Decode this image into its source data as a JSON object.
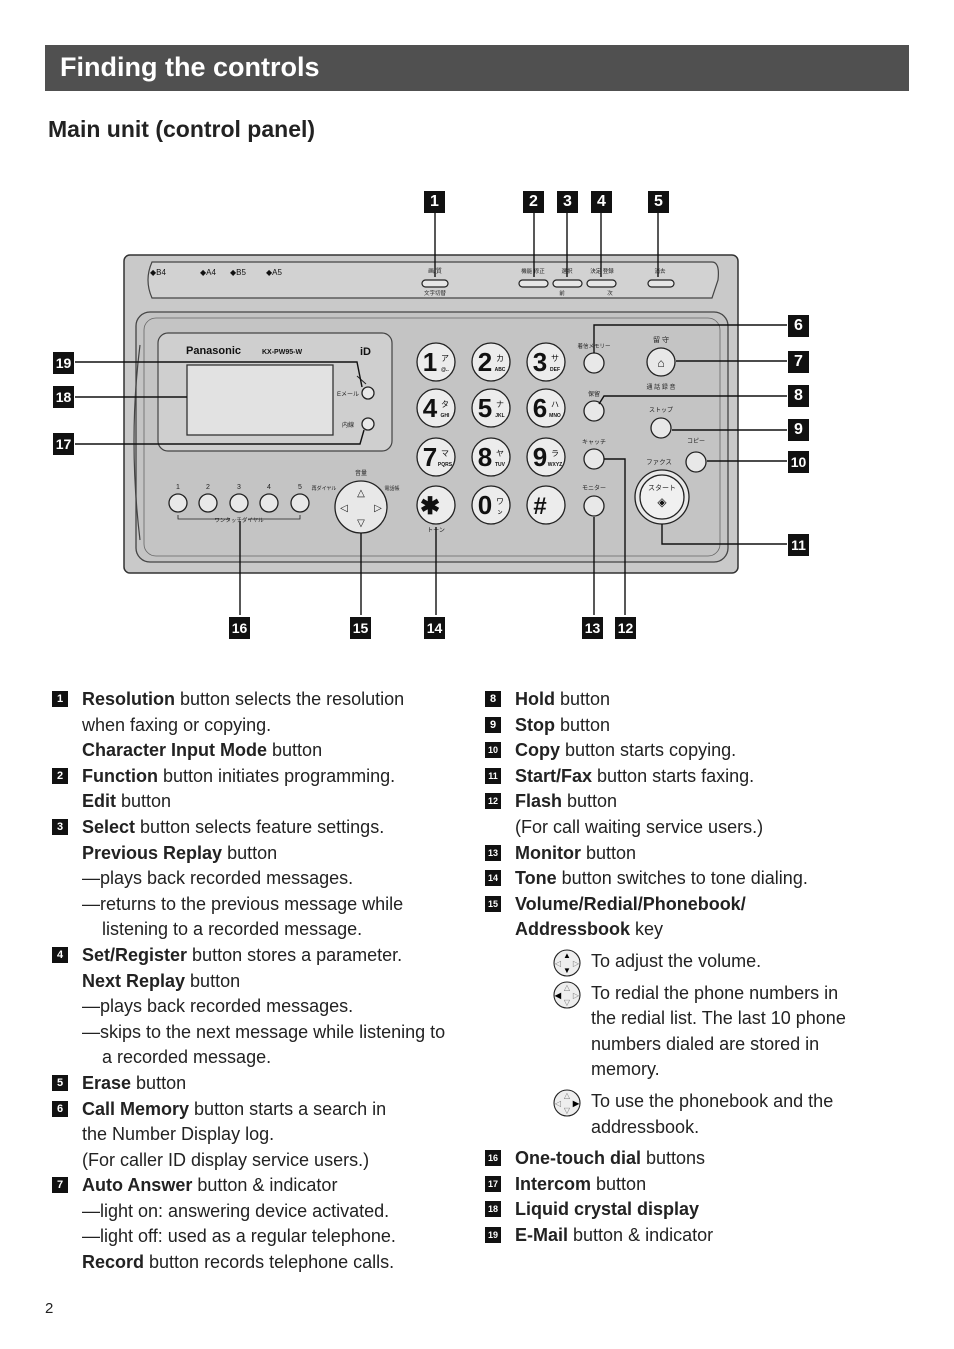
{
  "header": {
    "title": "Finding the controls",
    "subtitle": "Main unit (control panel)"
  },
  "panel": {
    "paper": [
      "B4",
      "A4",
      "B5",
      "A5"
    ],
    "brand": "Panasonic",
    "model": "KX-PW95-W",
    "cid": "iD",
    "keys": [
      [
        "1",
        "ア",
        "@.."
      ],
      [
        "2",
        "カ",
        "ABC"
      ],
      [
        "3",
        "サ",
        "DEF"
      ],
      [
        "4",
        "タ",
        "GHI"
      ],
      [
        "5",
        "ナ",
        "JKL"
      ],
      [
        "6",
        "ハ",
        "MNO"
      ],
      [
        "7",
        "マ",
        "PQRS"
      ],
      [
        "8",
        "ヤ",
        "TUV"
      ],
      [
        "9",
        "ラ",
        "WXYZ"
      ],
      [
        "*",
        "",
        ""
      ],
      [
        "0",
        "ワ",
        "ン"
      ],
      [
        "#",
        "",
        ""
      ]
    ],
    "onetouch": [
      "1",
      "2",
      "3",
      "4",
      "5"
    ],
    "labels": {
      "resolution_top": "画/質",
      "resolution_bottom": "文字切替",
      "function": "機能 修正",
      "select": "選択",
      "set": "決定 登録",
      "erase": "消去",
      "prev": "前",
      "next": "次",
      "email": "Eメール",
      "intercom": "内線",
      "call_memory": "着信メモリー",
      "answer_top": "留 守",
      "answer_bottom": "通 話 録 音",
      "hold": "保留",
      "stop": "ストップ",
      "catch": "キャッチ",
      "copy": "コピー",
      "fax": "ファクス",
      "start": "スタート",
      "monitor": "モニター",
      "tone": "トーン",
      "volume": "音量",
      "redial": "再ダイヤル",
      "phonebook": "電話帳",
      "onetouch": "ワンタッチダイヤル"
    }
  },
  "descriptions": {
    "left": [
      {
        "num": "1",
        "lines": [
          [
            {
              "b": "Resolution"
            },
            {
              "t": " button selects the resolution"
            }
          ],
          [
            {
              "t": "when faxing or copying."
            }
          ],
          [
            {
              "b": "Character Input Mode"
            },
            {
              "t": " button"
            }
          ]
        ]
      },
      {
        "num": "2",
        "lines": [
          [
            {
              "b": "Function"
            },
            {
              "t": " button initiates programming."
            }
          ],
          [
            {
              "b": "Edit"
            },
            {
              "t": " button"
            }
          ]
        ]
      },
      {
        "num": "3",
        "lines": [
          [
            {
              "b": "Select"
            },
            {
              "t": " button selects feature settings."
            }
          ],
          [
            {
              "b": "Previous Replay"
            },
            {
              "t": " button"
            }
          ],
          [
            {
              "d": "—plays back recorded messages."
            }
          ],
          [
            {
              "d": "—returns to the previous message while listening to a recorded message."
            }
          ]
        ]
      },
      {
        "num": "4",
        "lines": [
          [
            {
              "b": "Set/Register"
            },
            {
              "t": " button stores a parameter."
            }
          ],
          [
            {
              "b": "Next Replay"
            },
            {
              "t": " button"
            }
          ],
          [
            {
              "d": "—plays back recorded messages."
            }
          ],
          [
            {
              "d": "—skips to the next message while listening to a recorded message."
            }
          ]
        ]
      },
      {
        "num": "5",
        "lines": [
          [
            {
              "b": "Erase"
            },
            {
              "t": " button"
            }
          ]
        ]
      },
      {
        "num": "6",
        "lines": [
          [
            {
              "b": "Call Memory"
            },
            {
              "t": " button starts a search in"
            }
          ],
          [
            {
              "t": "the Number Display log."
            }
          ],
          [
            {
              "t": "(For caller ID display service users.)"
            }
          ]
        ]
      },
      {
        "num": "7",
        "lines": [
          [
            {
              "b": "Auto Answer"
            },
            {
              "t": " button & indicator"
            }
          ],
          [
            {
              "d": "—light on:  answering device activated."
            }
          ],
          [
            {
              "d": "—light off:  used as a regular telephone."
            }
          ],
          [
            {
              "b": "Record"
            },
            {
              "t": " button records telephone calls."
            }
          ]
        ]
      }
    ],
    "right": [
      {
        "num": "8",
        "lines": [
          [
            {
              "b": "Hold"
            },
            {
              "t": " button"
            }
          ]
        ]
      },
      {
        "num": "9",
        "lines": [
          [
            {
              "b": "Stop"
            },
            {
              "t": " button"
            }
          ]
        ]
      },
      {
        "num": "10",
        "lines": [
          [
            {
              "b": "Copy"
            },
            {
              "t": " button starts copying."
            }
          ]
        ]
      },
      {
        "num": "11",
        "lines": [
          [
            {
              "b": "Start/Fax"
            },
            {
              "t": " button starts faxing."
            }
          ]
        ]
      },
      {
        "num": "12",
        "lines": [
          [
            {
              "b": "Flash"
            },
            {
              "t": " button"
            }
          ],
          [
            {
              "t": "(For call waiting service users.)"
            }
          ]
        ]
      },
      {
        "num": "13",
        "lines": [
          [
            {
              "b": "Monitor"
            },
            {
              "t": " button"
            }
          ]
        ]
      },
      {
        "num": "14",
        "lines": [
          [
            {
              "b": "Tone"
            },
            {
              "t": " button switches to tone dialing."
            }
          ]
        ]
      },
      {
        "num": "15",
        "lines": [
          [
            {
              "b": "Volume/Redial/Phonebook/"
            }
          ],
          [
            {
              "b": "Addressbook"
            },
            {
              "t": " key"
            }
          ]
        ],
        "keys": [
          {
            "text": "To adjust the volume.",
            "dir": "ud"
          },
          {
            "text": "To redial the phone numbers in the redial list. The last 10 phone numbers dialed are stored in memory.",
            "dir": "l"
          },
          {
            "text": "To use the phonebook and the addressbook.",
            "dir": "r"
          }
        ]
      },
      {
        "num": "16",
        "lines": [
          [
            {
              "b": "One-touch dial"
            },
            {
              "t": " buttons"
            }
          ]
        ]
      },
      {
        "num": "17",
        "lines": [
          [
            {
              "b": "Intercom"
            },
            {
              "t": " button"
            }
          ]
        ]
      },
      {
        "num": "18",
        "lines": [
          [
            {
              "b": "Liquid crystal display"
            }
          ]
        ]
      },
      {
        "num": "19",
        "lines": [
          [
            {
              "b": "E-Mail"
            },
            {
              "t": " button & indicator"
            }
          ]
        ]
      }
    ]
  },
  "page_number": "2"
}
